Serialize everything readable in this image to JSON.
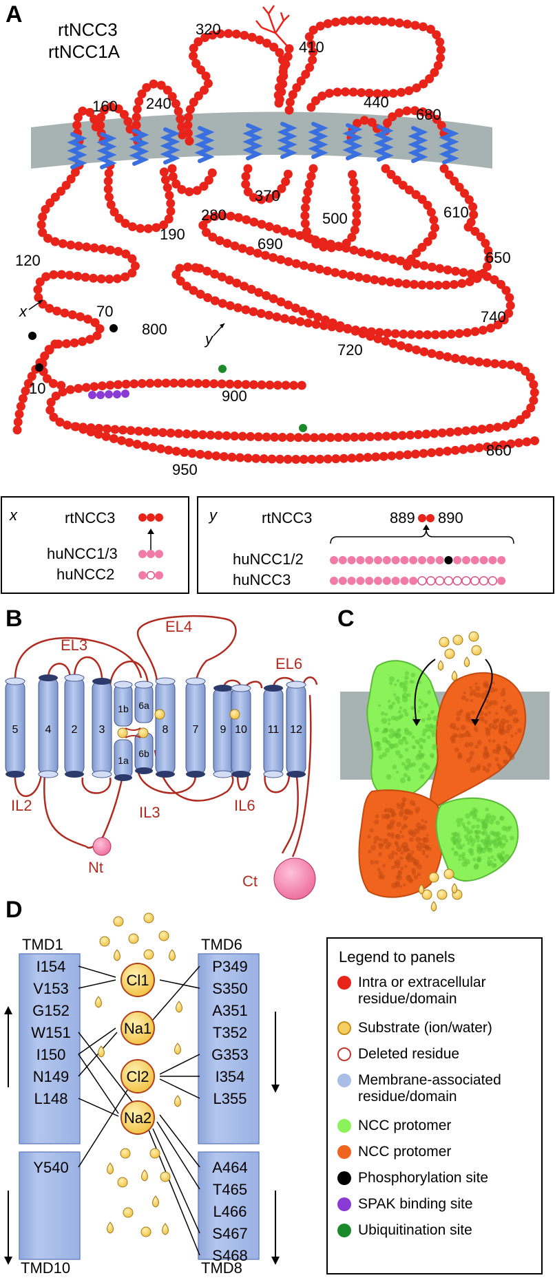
{
  "panels": {
    "a": {
      "letter": "A",
      "species_line1": "rtNCC3",
      "species_line2": "rtNCC1A",
      "positions": [
        "320",
        "410",
        "240",
        "160",
        "440",
        "680",
        "370",
        "280",
        "500",
        "190",
        "610",
        "120",
        "690",
        "650",
        "70",
        "800",
        "740",
        "720",
        "10",
        "900",
        "860",
        "950"
      ],
      "marker_x": "x",
      "marker_y": "y"
    },
    "box_x": {
      "label": "x",
      "rows": [
        "rtNCC3",
        "huNCC1/3",
        "huNCC2"
      ]
    },
    "box_y": {
      "label": "y",
      "rows": [
        "rtNCC3",
        "huNCC1/2",
        "huNCC3"
      ],
      "pos_left": "889",
      "pos_right": "890"
    },
    "b": {
      "letter": "B",
      "loops": [
        "EL3",
        "EL4",
        "EL6",
        "IL2",
        "IL3",
        "IL6"
      ],
      "termini": [
        "Nt",
        "Ct"
      ],
      "helices": [
        "5",
        "4",
        "2",
        "3",
        "1b",
        "1a",
        "6a",
        "6b",
        "8",
        "7",
        "9",
        "10",
        "11",
        "12"
      ]
    },
    "c": {
      "letter": "C"
    },
    "d": {
      "letter": "D",
      "tmd_top_left": "TMD1",
      "tmd_top_right": "TMD6",
      "tmd_bottom_left": "TMD10",
      "tmd_bottom_right": "TMD8",
      "left_residues": [
        "I154",
        "V153",
        "G152",
        "W151",
        "I150",
        "N149",
        "L148"
      ],
      "left_lower_residue": "Y540",
      "right_residues": [
        "P349",
        "S350",
        "A351",
        "T352",
        "G353",
        "I354",
        "L355"
      ],
      "right_lower_residues": [
        "A464",
        "T465",
        "L466",
        "S467",
        "S468"
      ],
      "ions": [
        "Cl1",
        "Na1",
        "Cl2",
        "Na2"
      ]
    }
  },
  "legend": {
    "title": "Legend to panels",
    "items": [
      {
        "label": "Intra or extracellular residue/domain",
        "color": "#e8231a",
        "style": "solid"
      },
      {
        "label": "Substrate (ion/water)",
        "color": "#f6cf62",
        "style": "substrate"
      },
      {
        "label": "Deleted residue",
        "color": "#c0392b",
        "style": "ring"
      },
      {
        "label": "Membrane-associated residue/domain",
        "color": "#a9bde6",
        "style": "solid"
      },
      {
        "label": "NCC protomer",
        "color": "#8cf25a",
        "style": "solid"
      },
      {
        "label": "NCC protomer",
        "color": "#f0641e",
        "style": "solid"
      },
      {
        "label": "Phosphorylation site",
        "color": "#000000",
        "style": "solid"
      },
      {
        "label": "SPAK binding site",
        "color": "#8a3bd6",
        "style": "solid"
      },
      {
        "label": "Ubiquitination site",
        "color": "#1a8a2a",
        "style": "solid"
      }
    ]
  },
  "colors": {
    "residue": "#e8231a",
    "membrane_helix": "#3a6fe0",
    "membrane_band": "#a7b2b3",
    "helix_fill": "#a9bde6",
    "loop_line": "#b02a1f",
    "terminus": "#f07ca6",
    "substrate": "#f6cf62",
    "green_protomer": "#8cf25a",
    "orange_protomer": "#f0641e"
  }
}
